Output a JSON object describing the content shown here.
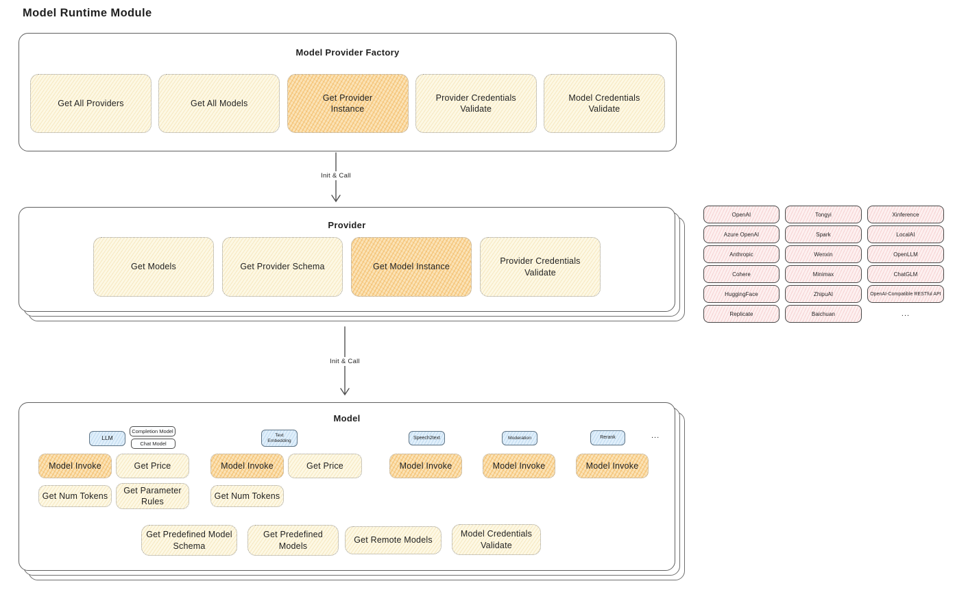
{
  "page_title": "Model Runtime Module",
  "colors": {
    "cream_fill": "#fdf8e4",
    "highlight_orange": "#f6c26b",
    "blue_tag": "#e0effb",
    "pink_cell": "#fdf0f0",
    "stroke": "#5f5f5f",
    "text": "#1f1f1f"
  },
  "factory": {
    "title": "Model Provider Factory",
    "buttons": [
      {
        "label": "Get All Providers",
        "highlighted": false
      },
      {
        "label": "Get All Models",
        "highlighted": false
      },
      {
        "label": "Get Provider Instance",
        "highlighted": true
      },
      {
        "label": "Provider Credentials Validate",
        "highlighted": false
      },
      {
        "label": "Model Credentials Validate",
        "highlighted": false
      }
    ]
  },
  "arrow1": {
    "label": "Init & Call"
  },
  "arrow2": {
    "label": "Init & Call"
  },
  "provider": {
    "title": "Provider",
    "buttons": [
      {
        "label": "Get Models",
        "highlighted": false
      },
      {
        "label": "Get Provider Schema",
        "highlighted": false
      },
      {
        "label": "Get Model Instance",
        "highlighted": true
      },
      {
        "label": "Provider Credentials Validate",
        "highlighted": false
      }
    ]
  },
  "provider_list": {
    "col1": [
      "OpenAI",
      "Azure OpenAI",
      "Anthropic",
      "Cohere",
      "HuggingFace",
      "Replicate"
    ],
    "col2": [
      "Tongyi",
      "Spark",
      "Wenxin",
      "Minimax",
      "ZhipuAI",
      "Baichuan"
    ],
    "col3": [
      "Xinference",
      "LocalAI",
      "OpenLLM",
      "ChatGLM",
      "OpenAI-Compatible RESTful API"
    ],
    "more": "..."
  },
  "model": {
    "title": "Model",
    "tags": {
      "llm": "LLM",
      "completion": "Completion Model",
      "chat": "Chat Model",
      "text_embedding": "Text Embedding",
      "speech2text": "Speech2text",
      "moderation": "Moderation",
      "rerank": "Rerank",
      "more": "..."
    },
    "buttons": {
      "model_invoke": "Model Invoke",
      "get_price": "Get Price",
      "get_num_tokens": "Get Num Tokens",
      "get_parameter_rules": "Get Parameter Rules",
      "get_predefined_model_schema": "Get Predefined Model Schema",
      "get_predefined_models": "Get Predefined Models",
      "get_remote_models": "Get Remote Models",
      "model_credentials_validate": "Model Credentials Validate"
    }
  }
}
